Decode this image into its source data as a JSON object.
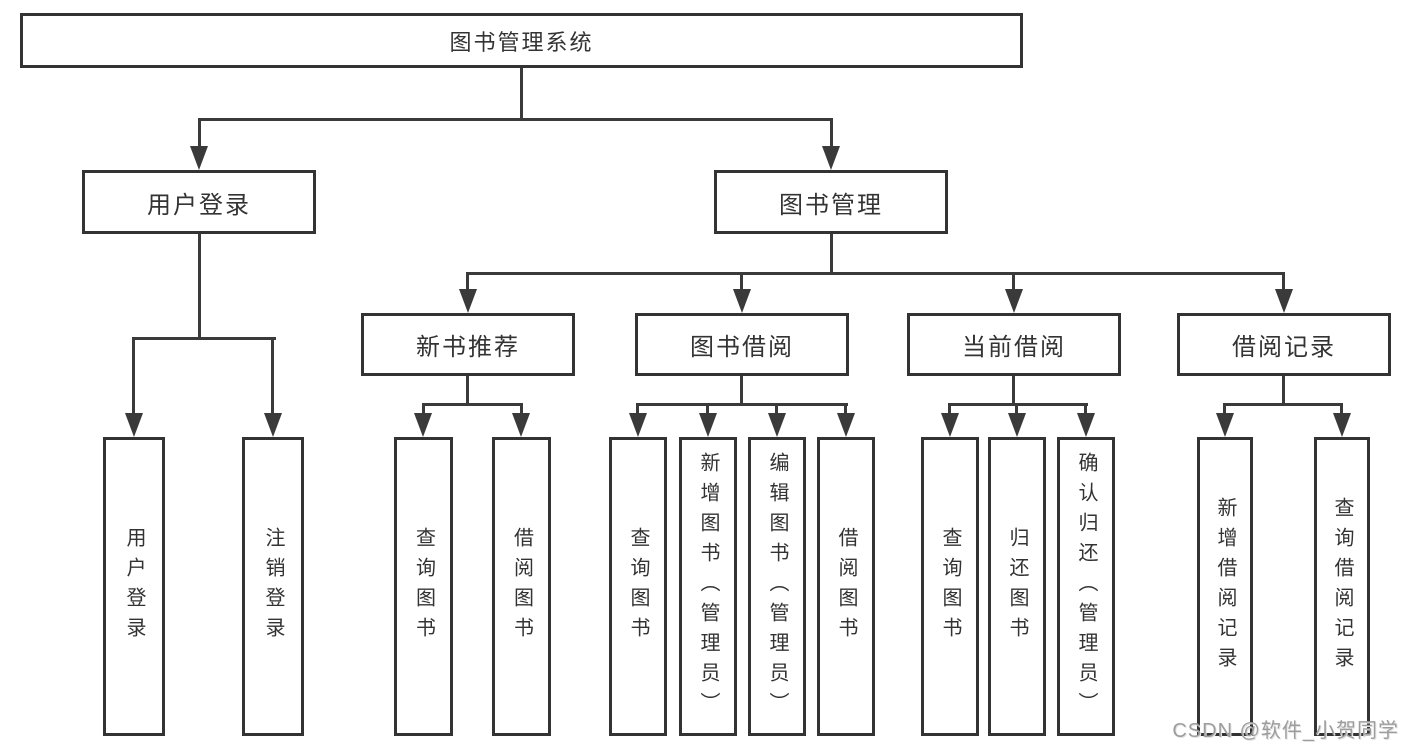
{
  "diagram": {
    "root": {
      "label": "图书管理系统"
    },
    "level2": [
      {
        "label": "用户登录"
      },
      {
        "label": "图书管理"
      }
    ],
    "level3": [
      {
        "label": "新书推荐"
      },
      {
        "label": "图书借阅"
      },
      {
        "label": "当前借阅"
      },
      {
        "label": "借阅记录"
      }
    ],
    "leaves": {
      "user_login": [
        {
          "label": "用户登录"
        },
        {
          "label": "注销登录"
        }
      ],
      "new_books": [
        {
          "label": "查询图书"
        },
        {
          "label": "借阅图书"
        }
      ],
      "book_borrowing": [
        {
          "label": "查询图书"
        },
        {
          "label": "新增图书（管理员）"
        },
        {
          "label": "编辑图书（管理员）"
        },
        {
          "label": "借阅图书"
        }
      ],
      "current_borrowing": [
        {
          "label": "查询图书"
        },
        {
          "label": "归还图书"
        },
        {
          "label": "确认归还（管理员）"
        }
      ],
      "borrowing_records": [
        {
          "label": "新增借阅记录"
        },
        {
          "label": "查询借阅记录"
        }
      ]
    }
  },
  "watermark": {
    "text": "CSDN @软件_小贺同学"
  },
  "colors": {
    "line": "#3a3a3a",
    "box_border": "#333333",
    "text": "#333333",
    "background": "#ffffff",
    "watermark": "#9d9d9d"
  }
}
